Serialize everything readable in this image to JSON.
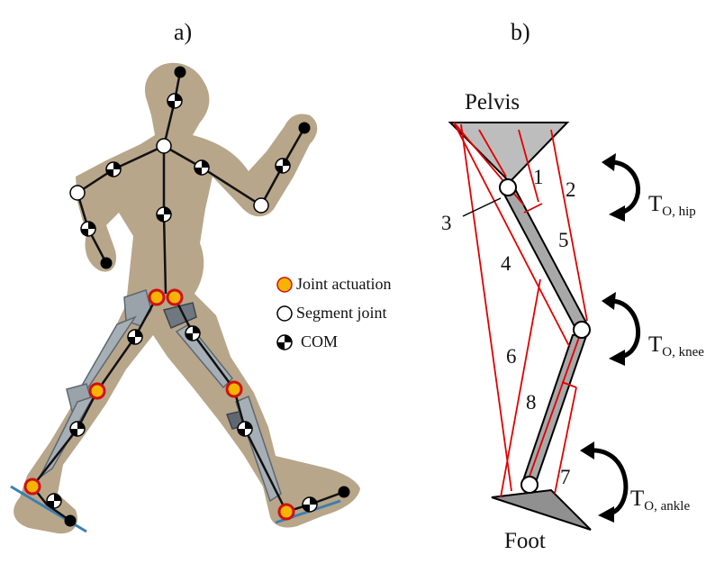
{
  "panel_a": {
    "label": "a)",
    "legend": [
      {
        "icon": "joint-actuation-dot",
        "text": "Joint actuation",
        "color": "#f4b400"
      },
      {
        "icon": "segment-joint-dot",
        "text": "Segment joint",
        "color": "#ffffff"
      },
      {
        "icon": "com-symbol",
        "text": "COM"
      }
    ]
  },
  "panel_b": {
    "label": "b)",
    "pelvis_label": "Pelvis",
    "foot_label": "Foot",
    "muscles": [
      "1",
      "2",
      "3",
      "4",
      "5",
      "6",
      "7",
      "8"
    ],
    "torques": [
      {
        "main": "T",
        "sub": "O, hip"
      },
      {
        "main": "T",
        "sub": "O, knee"
      },
      {
        "main": "T",
        "sub": "O, ankle"
      }
    ]
  },
  "colors": {
    "body_silhouette": "#b7a68a",
    "muscle_lines": "#e00000",
    "actuation_fill": "#f4b400",
    "actuation_ring": "#d01010",
    "segment_gray": "#a8a8a8"
  }
}
